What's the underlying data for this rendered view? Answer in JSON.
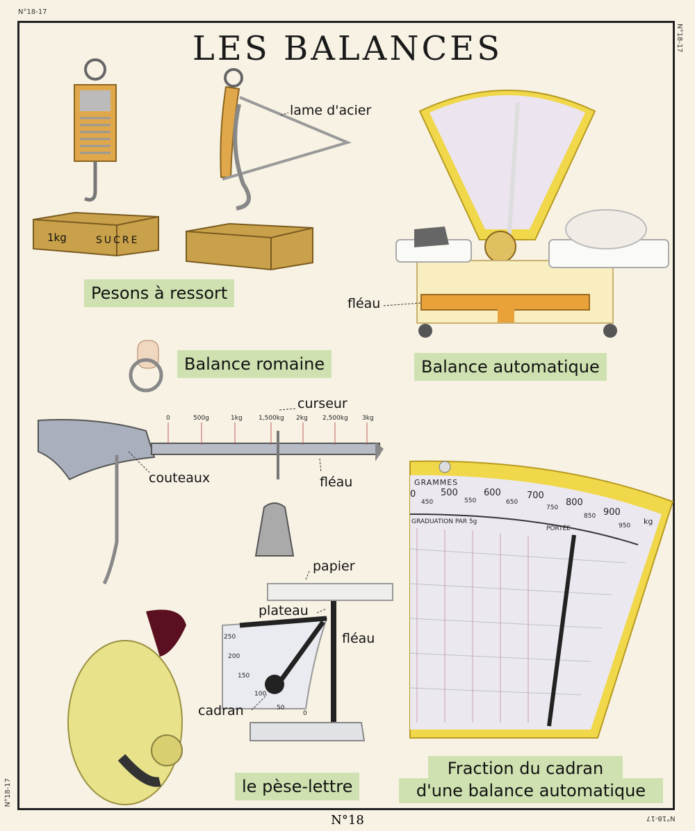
{
  "title": "LES BALANCES",
  "corners": {
    "top_left": "N°18-17",
    "top_right": "N°18-17",
    "bottom_left": "N°18-17",
    "bottom_right": "N°18-17"
  },
  "footer": "N°18",
  "sections": {
    "pesons": {
      "label": "Pesons à ressort",
      "annotation": "lame d'acier",
      "box_weight": "1kg",
      "box_text": "SUCRE"
    },
    "automatique": {
      "label": "Balance automatique",
      "annotation": "fléau"
    },
    "romaine": {
      "label": "Balance romaine",
      "annotations": {
        "curseur": "curseur",
        "couteaux": "couteaux",
        "fleau": "fléau"
      },
      "scale_ticks": [
        "0",
        "500g",
        "1kg",
        "1,500kg",
        "2kg",
        "2,500kg",
        "3kg"
      ]
    },
    "pese_lettre": {
      "label": "le pèse-lettre",
      "annotations": {
        "papier": "papier",
        "plateau": "plateau",
        "fleau": "fléau",
        "cadran": "cadran"
      },
      "dial_ticks": [
        "250",
        "200",
        "150",
        "100",
        "50",
        "0"
      ]
    },
    "cadran": {
      "label_line1": "Fraction du cadran",
      "label_line2": "d'une balance automatique",
      "header": "GRAMMES",
      "graduation": "GRADUATION PAR 5g",
      "portee": "PORTÉE",
      "unit": "kg",
      "major_ticks": [
        "0",
        "500",
        "600",
        "700",
        "800",
        "900"
      ],
      "minor_ticks": [
        "450",
        "550",
        "650",
        "750",
        "850",
        "950"
      ]
    }
  },
  "colors": {
    "label_bg": "#cfe1b0",
    "paper": "#f7f2e4",
    "frame": "#222222",
    "accent_yellow": "#f0d84a",
    "brass": "#d9a441"
  }
}
